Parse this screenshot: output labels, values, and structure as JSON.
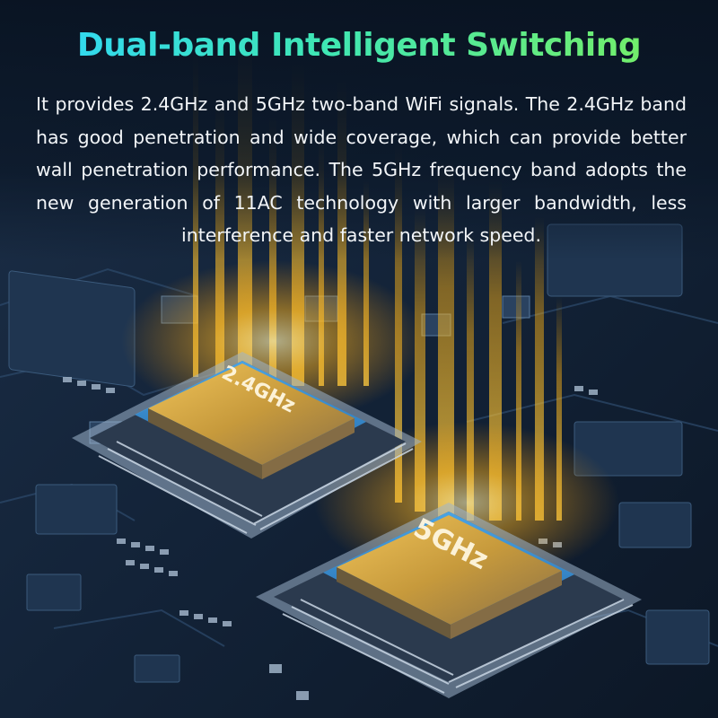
{
  "title": "Dual-band Intelligent Switching",
  "description": "It provides 2.4GHz and 5GHz two-band WiFi signals. The 2.4GHz band has good penetration and wide coverage, which can pro­vide better wall penetration performance. The 5GHz frequency band adopts the new generation of 11AC technology with larger bandwidth, less interference and faster network speed.",
  "chips": [
    {
      "label": "2.4GHz"
    },
    {
      "label": "5GHz"
    }
  ],
  "colors": {
    "title_start": "#2fd6ff",
    "title_end": "#7ff05a",
    "beam": "#ffb20a",
    "board": "#14243a"
  }
}
